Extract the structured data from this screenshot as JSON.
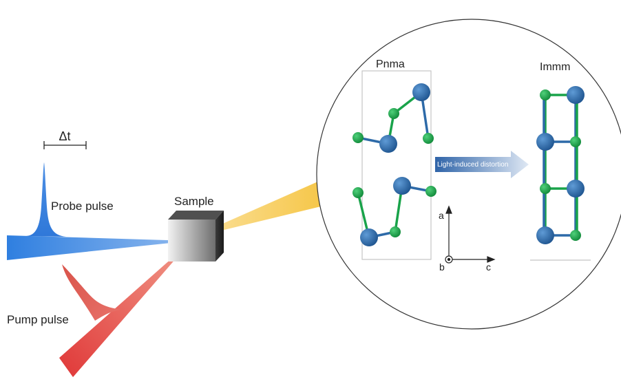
{
  "labels": {
    "delta_t": "Δt",
    "probe": "Probe pulse",
    "pump": "Pump pulse",
    "sample": "Sample",
    "pnma": "Pnma",
    "immm": "Immm",
    "arrow": "Light-induced distortion",
    "axis_a": "a",
    "axis_b": "b",
    "axis_c": "c"
  },
  "colors": {
    "probe": "#2f7fe0",
    "pump": "#e24a4a",
    "scattered": "#f6c74a",
    "atom_blue": "#2d6aa8",
    "atom_green": "#19a34a",
    "arrow": "#5b8fc9"
  }
}
